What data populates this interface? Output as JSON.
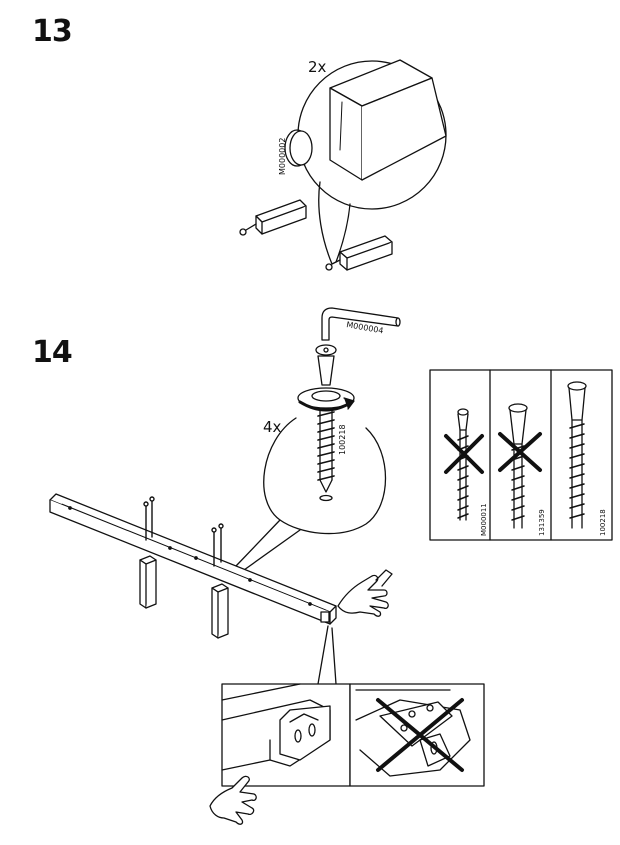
{
  "steps": [
    {
      "number": "13",
      "quantity": "2x",
      "part_code": "M000002"
    },
    {
      "number": "14",
      "quantity": "4x",
      "tool_code": "M000004",
      "screw_code": "100218",
      "screw_comparison": [
        {
          "code": "M000011",
          "status": "wrong"
        },
        {
          "code": "131359",
          "status": "wrong"
        },
        {
          "code": "100218",
          "status": "correct"
        }
      ]
    }
  ]
}
